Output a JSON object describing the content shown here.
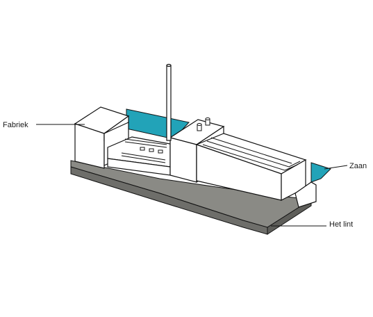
{
  "labels": {
    "fabriek": "Fabriek",
    "zaan": "Zaan",
    "lint": "Het lint"
  },
  "colors": {
    "water": "#22a3b8",
    "ground": "#8a8a85",
    "outline": "#111111",
    "building": "#ffffff"
  }
}
